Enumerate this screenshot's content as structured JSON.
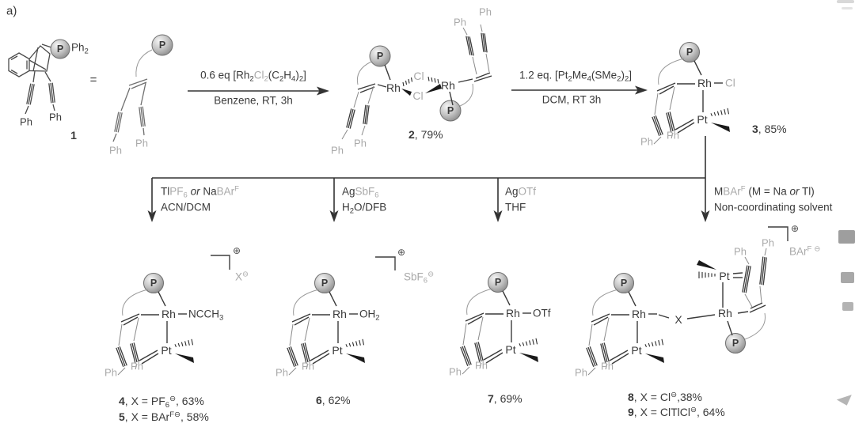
{
  "colors": {
    "dark": "#3a3a3a",
    "gray": "#a9a9a9",
    "thin_line": "#8a8a8a",
    "ball": "#c0c0c0"
  },
  "panel": {
    "label": "a)"
  },
  "equals_sign": "=",
  "atoms": {
    "p": "P",
    "rh": "Rh",
    "pt": "Pt",
    "cl": "Cl",
    "ph": "Ph",
    "x": "X"
  },
  "charges": {
    "plus": "⊕",
    "minus": "⊖"
  },
  "compound1": {
    "ph2_group": [
      {
        "t": "Ph"
      },
      {
        "t": "2",
        "c": "sub"
      }
    ],
    "number": [
      {
        "t": "1",
        "c": "b"
      }
    ]
  },
  "step1": {
    "reagent": [
      {
        "t": "0.6 eq [Rh"
      },
      {
        "t": "2",
        "c": "sub"
      },
      {
        "t": "Cl",
        "c": "gray"
      },
      {
        "t": "2",
        "c": "gray sub"
      },
      {
        "t": "(C"
      },
      {
        "t": "2",
        "c": "sub"
      },
      {
        "t": "H"
      },
      {
        "t": "4",
        "c": "sub"
      },
      {
        "t": ")"
      },
      {
        "t": "2",
        "c": "sub"
      },
      {
        "t": "]"
      }
    ],
    "conditions": "Benzene, RT, 3h"
  },
  "compound2": {
    "label": [
      {
        "t": "2",
        "c": "b"
      },
      {
        "t": ", 79%"
      }
    ]
  },
  "step2": {
    "reagent": [
      {
        "t": "1.2 eq. [Pt"
      },
      {
        "t": "2",
        "c": "sub"
      },
      {
        "t": "Me"
      },
      {
        "t": "4",
        "c": "sub"
      },
      {
        "t": "(SMe"
      },
      {
        "t": "2",
        "c": "sub"
      },
      {
        "t": ")"
      },
      {
        "t": "2",
        "c": "sub"
      },
      {
        "t": "]"
      }
    ],
    "conditions": "DCM, RT 3h"
  },
  "compound3": {
    "label": [
      {
        "t": "3",
        "c": "b"
      },
      {
        "t": ", 85%"
      }
    ]
  },
  "branches": [
    {
      "reagents": [
        {
          "t": "Tl"
        },
        {
          "t": "PF",
          "c": "gray"
        },
        {
          "t": "6",
          "c": "gray sub"
        },
        {
          "t": " "
        },
        {
          "t": "or",
          "c": "it"
        },
        {
          "t": " Na"
        },
        {
          "t": "BAr",
          "c": "gray"
        },
        {
          "t": "F",
          "c": "gray sup"
        }
      ],
      "conditions": [
        {
          "t": "ACN/DCM"
        }
      ]
    },
    {
      "reagents": [
        {
          "t": "Ag"
        },
        {
          "t": "SbF",
          "c": "gray"
        },
        {
          "t": "6",
          "c": "gray sub"
        }
      ],
      "conditions": [
        {
          "t": "H"
        },
        {
          "t": "2",
          "c": "sub"
        },
        {
          "t": "O/DFB"
        }
      ]
    },
    {
      "reagents": [
        {
          "t": "Ag"
        },
        {
          "t": "OTf",
          "c": "gray"
        }
      ],
      "conditions": [
        {
          "t": "THF"
        }
      ]
    },
    {
      "reagents": [
        {
          "t": "M"
        },
        {
          "t": "BAr",
          "c": "gray"
        },
        {
          "t": "F",
          "c": "gray sup"
        },
        {
          "t": " (M = Na "
        },
        {
          "t": "or",
          "c": "it"
        },
        {
          "t": " Tl)"
        }
      ],
      "conditions": [
        {
          "t": "Non-coordinating solvent"
        }
      ]
    }
  ],
  "compound45": {
    "ligand": [
      {
        "t": "NCCH"
      },
      {
        "t": "3",
        "c": "sub"
      }
    ],
    "counterion": [
      {
        "t": "X",
        "c": "gray"
      },
      {
        "t": "⊖",
        "c": "gray sup sym"
      }
    ],
    "line1": [
      {
        "t": "4",
        "c": "b"
      },
      {
        "t": ", X = PF"
      },
      {
        "t": "6",
        "c": "sub"
      },
      {
        "t": "⊖",
        "c": "sup sym"
      },
      {
        "t": ", 63%"
      }
    ],
    "line2": [
      {
        "t": "5",
        "c": "b"
      },
      {
        "t": ", X = BAr"
      },
      {
        "t": "F",
        "c": "sup"
      },
      {
        "t": "⊖",
        "c": "sup sym"
      },
      {
        "t": ", 58%"
      }
    ]
  },
  "compound6": {
    "ligand": [
      {
        "t": "OH"
      },
      {
        "t": "2",
        "c": "sub"
      }
    ],
    "counterion": [
      {
        "t": "SbF",
        "c": "gray"
      },
      {
        "t": "6",
        "c": "gray sub"
      },
      {
        "t": "⊖",
        "c": "gray sup sym"
      }
    ],
    "label": [
      {
        "t": "6",
        "c": "b"
      },
      {
        "t": ", 62%"
      }
    ]
  },
  "compound7": {
    "ligand": "OTf",
    "label": [
      {
        "t": "7",
        "c": "b"
      },
      {
        "t": ", 69%"
      }
    ]
  },
  "compound89": {
    "counterion": [
      {
        "t": "BAr",
        "c": "gray"
      },
      {
        "t": "F",
        "c": "gray sup"
      },
      {
        "t": " ⊖",
        "c": "gray sup sym"
      }
    ],
    "line1": [
      {
        "t": "8",
        "c": "b"
      },
      {
        "t": ", X = Cl"
      },
      {
        "t": "⊖",
        "c": "sup sym"
      },
      {
        "t": ",38%"
      }
    ],
    "line2": [
      {
        "t": "9",
        "c": "b"
      },
      {
        "t": ", X = ClTlCl"
      },
      {
        "t": "⊖",
        "c": "sup sym"
      },
      {
        "t": ", 64%"
      }
    ]
  }
}
